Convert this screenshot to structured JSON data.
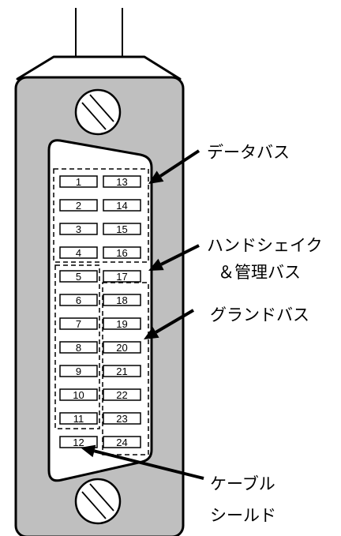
{
  "connector": {
    "left_column_pins": [
      "1",
      "2",
      "3",
      "4",
      "5",
      "6",
      "7",
      "8",
      "9",
      "10",
      "11",
      "12"
    ],
    "right_column_pins": [
      "13",
      "14",
      "15",
      "16",
      "17",
      "18",
      "19",
      "20",
      "21",
      "22",
      "23",
      "24"
    ]
  },
  "labels": {
    "data_bus": "データバス",
    "handshake_line1": "ハンドシェイク",
    "handshake_line2": "＆管理バス",
    "ground_bus": "グランドバス",
    "cable_shield_line1": "ケーブル",
    "cable_shield_line2": "シールド"
  },
  "colors": {
    "shell_fill": "#bfbfbf",
    "outline": "#000000",
    "background": "#ffffff"
  }
}
